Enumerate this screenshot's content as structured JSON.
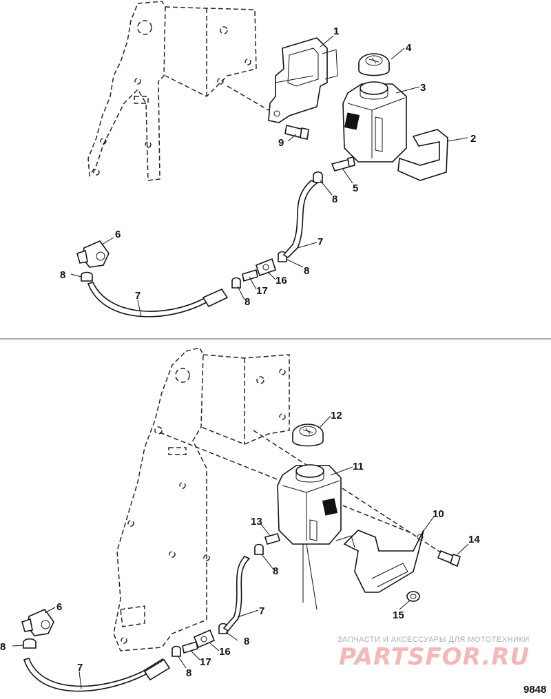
{
  "figure_number": "9848",
  "watermark": {
    "tagline": "ЗАПЧАСТИ И АКСЕССУАРЫ ДЛЯ МОТОТЕХНИКИ",
    "site": "PARTSFOR.RU"
  },
  "top_labels": {
    "l1": "1",
    "l2": "2",
    "l3": "3",
    "l4": "4",
    "l5": "5",
    "l6": "6",
    "l7a": "7",
    "l7b": "7",
    "l8a": "8",
    "l8b": "8",
    "l8c": "8",
    "l8d": "8",
    "l9": "9",
    "l16": "16",
    "l17": "17"
  },
  "bottom_labels": {
    "l6": "6",
    "l7a": "7",
    "l7b": "7",
    "l8a": "8",
    "l8b": "8",
    "l8c": "8",
    "l8d": "8",
    "l10": "10",
    "l11": "11",
    "l12": "12",
    "l13": "13",
    "l14": "14",
    "l15": "15",
    "l16": "16",
    "l17": "17"
  }
}
